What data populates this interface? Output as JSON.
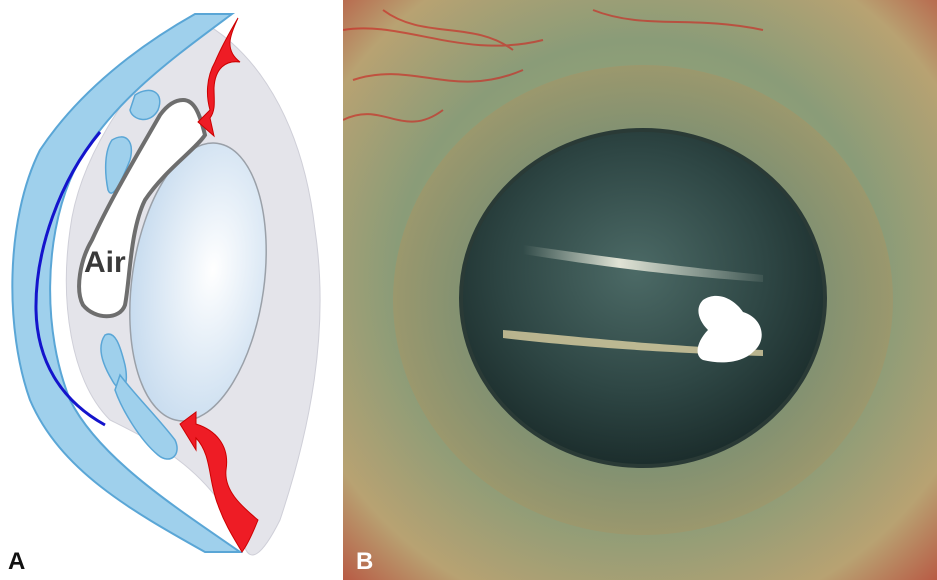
{
  "panel_a": {
    "letter": "A",
    "air_label": "Air",
    "colors": {
      "cornea": "#9fd0ec",
      "cornea_edge": "#5aa6d6",
      "endothelium": "#1414cc",
      "chamber": "#e4e4ea",
      "lens": "#dbe9f6",
      "arrow": "#ee1c25",
      "bubble_outline": "#6e6e6e"
    },
    "icons": [
      "arrow-icon-top",
      "arrow-icon-bottom"
    ]
  },
  "panel_b": {
    "letter": "B",
    "description_icon": "eye-photo"
  }
}
